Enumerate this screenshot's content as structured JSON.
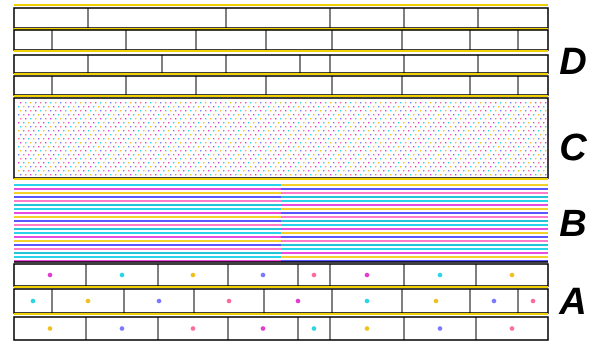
{
  "layers": [
    {
      "id": "D",
      "label": "D",
      "pattern": "brick-courses"
    },
    {
      "id": "C",
      "label": "C",
      "pattern": "dotted-fill"
    },
    {
      "id": "B",
      "label": "B",
      "pattern": "colored-stripes"
    },
    {
      "id": "A",
      "label": "A",
      "pattern": "block-courses-with-dots"
    }
  ],
  "colors": {
    "outline": "#000000",
    "course_edge": "#f0d000",
    "brick_face": "#ffffff",
    "dot_palette": [
      "#e23bd0",
      "#2bd4e6",
      "#f0c020",
      "#7a7aff",
      "#ff6aa0"
    ],
    "stripe_palette": [
      "#29d3ea",
      "#e84ce0",
      "#f3d02a",
      "#5a55ff",
      "#ff7bc8",
      "#22c4d8"
    ]
  }
}
